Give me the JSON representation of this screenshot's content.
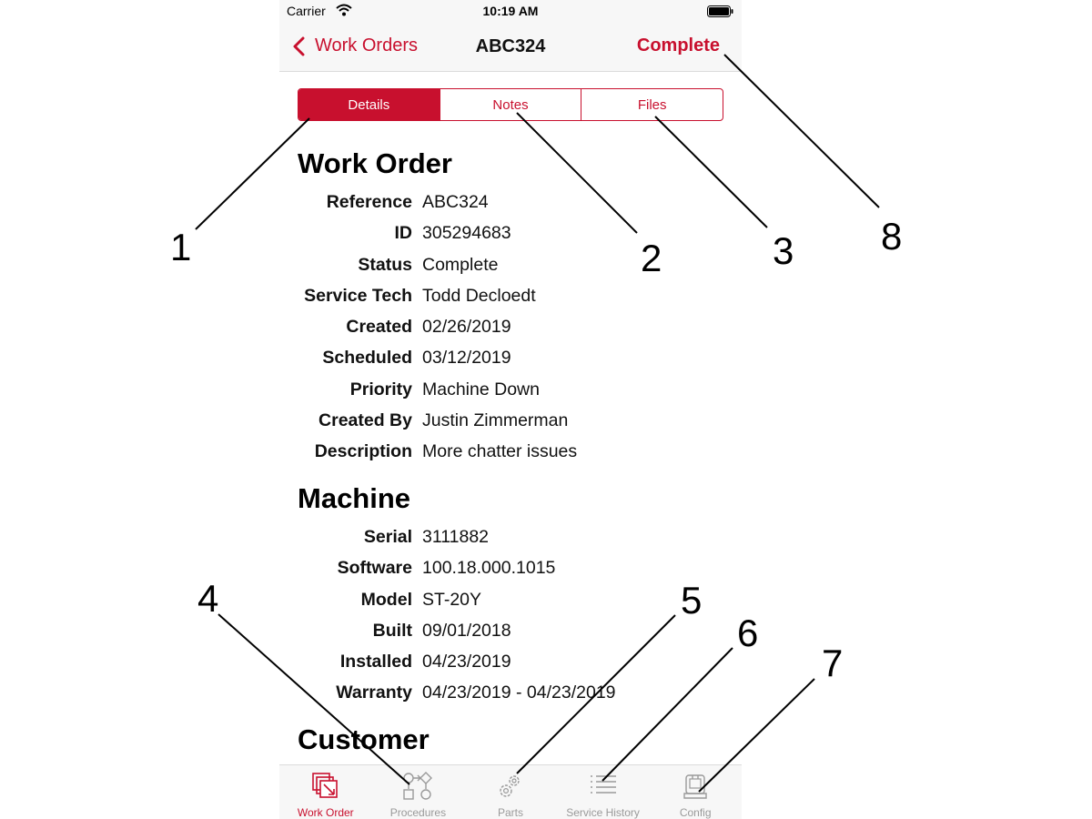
{
  "statusbar": {
    "carrier": "Carrier",
    "time": "10:19 AM"
  },
  "navbar": {
    "back_label": "Work Orders",
    "title": "ABC324",
    "action_label": "Complete"
  },
  "segments": [
    {
      "label": "Details",
      "active": true
    },
    {
      "label": "Notes",
      "active": false
    },
    {
      "label": "Files",
      "active": false
    }
  ],
  "work_order": {
    "title": "Work Order",
    "rows": [
      {
        "label": "Reference",
        "value": "ABC324"
      },
      {
        "label": "ID",
        "value": "305294683"
      },
      {
        "label": "Status",
        "value": "Complete"
      },
      {
        "label": "Service Tech",
        "value": "Todd Decloedt"
      },
      {
        "label": "Created",
        "value": "02/26/2019"
      },
      {
        "label": "Scheduled",
        "value": "03/12/2019"
      },
      {
        "label": "Priority",
        "value": "Machine Down"
      },
      {
        "label": "Created By",
        "value": "Justin Zimmerman"
      },
      {
        "label": "Description",
        "value": "More chatter issues"
      }
    ]
  },
  "machine": {
    "title": "Machine",
    "rows": [
      {
        "label": "Serial",
        "value": "3111882"
      },
      {
        "label": "Software",
        "value": "100.18.000.1015"
      },
      {
        "label": "Model",
        "value": "ST-20Y"
      },
      {
        "label": "Built",
        "value": "09/01/2018"
      },
      {
        "label": "Installed",
        "value": "04/23/2019"
      },
      {
        "label": "Warranty",
        "value": "04/23/2019 - 04/23/2019"
      }
    ]
  },
  "customer": {
    "title": "Customer"
  },
  "tabbar": {
    "items": [
      {
        "label": "Work Order",
        "icon": "work-order-icon",
        "active": true
      },
      {
        "label": "Procedures",
        "icon": "procedures-icon",
        "active": false
      },
      {
        "label": "Parts",
        "icon": "parts-gears-icon",
        "active": false
      },
      {
        "label": "Service History",
        "icon": "list-icon",
        "active": false
      },
      {
        "label": "Config",
        "icon": "machine-config-icon",
        "active": false
      }
    ]
  },
  "callouts": [
    "1",
    "2",
    "3",
    "4",
    "5",
    "6",
    "7",
    "8"
  ],
  "colors": {
    "accent": "#c8102e",
    "inactive": "#9a9a9a",
    "bar_bg": "#f7f7f7"
  }
}
